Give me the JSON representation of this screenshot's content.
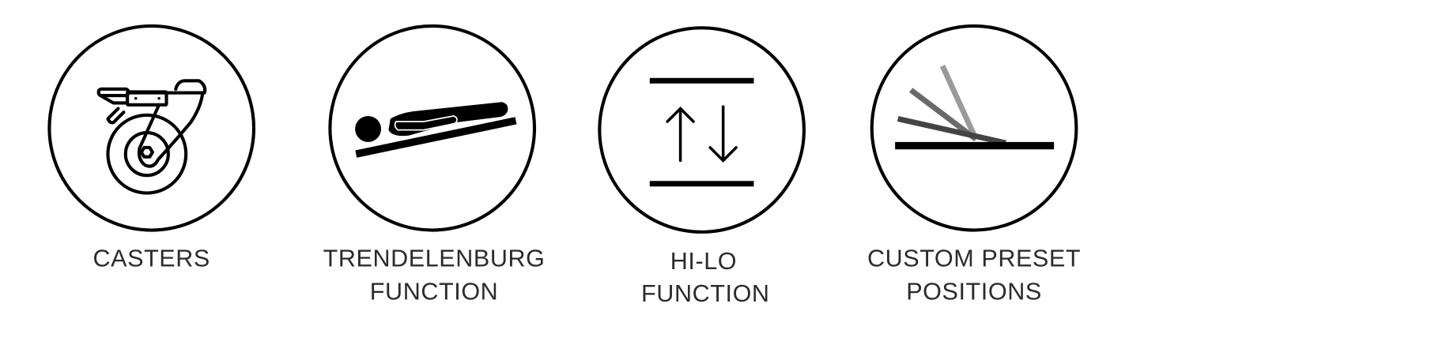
{
  "features": [
    {
      "icon": "caster-wheel-icon",
      "lines": [
        "CASTERS"
      ]
    },
    {
      "icon": "trendelenburg-icon",
      "lines": [
        "TRENDELENBURG",
        "FUNCTION"
      ]
    },
    {
      "icon": "hi-lo-icon",
      "lines": [
        "HI-LO",
        "FUNCTION"
      ]
    },
    {
      "icon": "preset-positions-icon",
      "lines": [
        "CUSTOM PRESET",
        "POSITIONS"
      ]
    }
  ],
  "colors": {
    "stroke": "#000000",
    "text": "#2b2b2b",
    "preset_dark": "#444444",
    "preset_mid": "#6a6a6a",
    "preset_light": "#9a9a9a"
  }
}
